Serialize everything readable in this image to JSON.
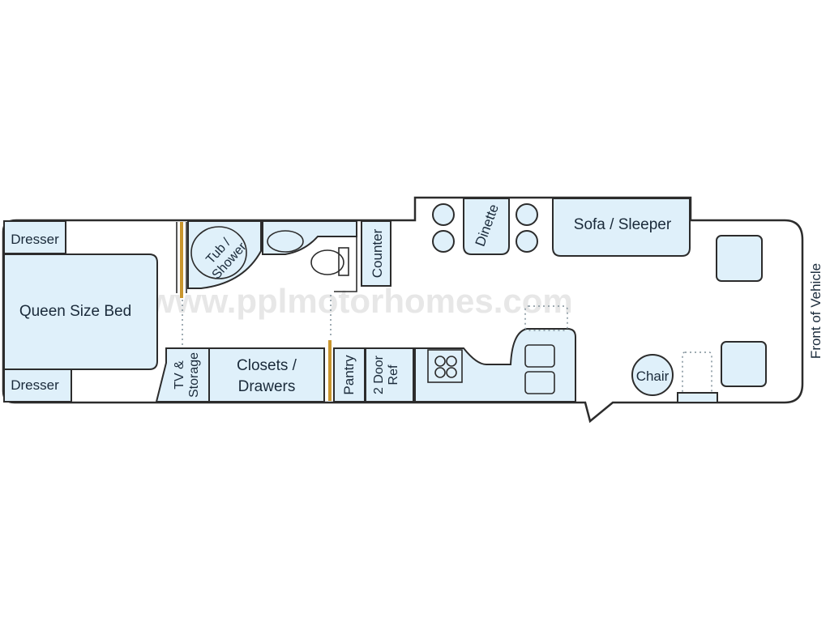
{
  "labels": {
    "dresser_top": "Dresser",
    "dresser_bottom": "Dresser",
    "bed": "Queen Size Bed",
    "tub_line1": "Tub /",
    "tub_line2": "Shower",
    "counter": "Counter",
    "dinette": "Dinette",
    "sofa": "Sofa / Sleeper",
    "front": "Front of Vehicle",
    "tv_line1": "TV &",
    "tv_line2": "Storage",
    "closets_line1": "Closets /",
    "closets_line2": "Drawers",
    "pantry": "Pantry",
    "ref_line1": "2 Door",
    "ref_line2": "Ref",
    "chair": "Chair"
  },
  "watermark": "www.pplmotorhomes.com",
  "colors": {
    "room_fill": "#dff0fa",
    "wall": "#2c2c2c",
    "door": "#c9962e",
    "text": "#1a2a3a"
  }
}
